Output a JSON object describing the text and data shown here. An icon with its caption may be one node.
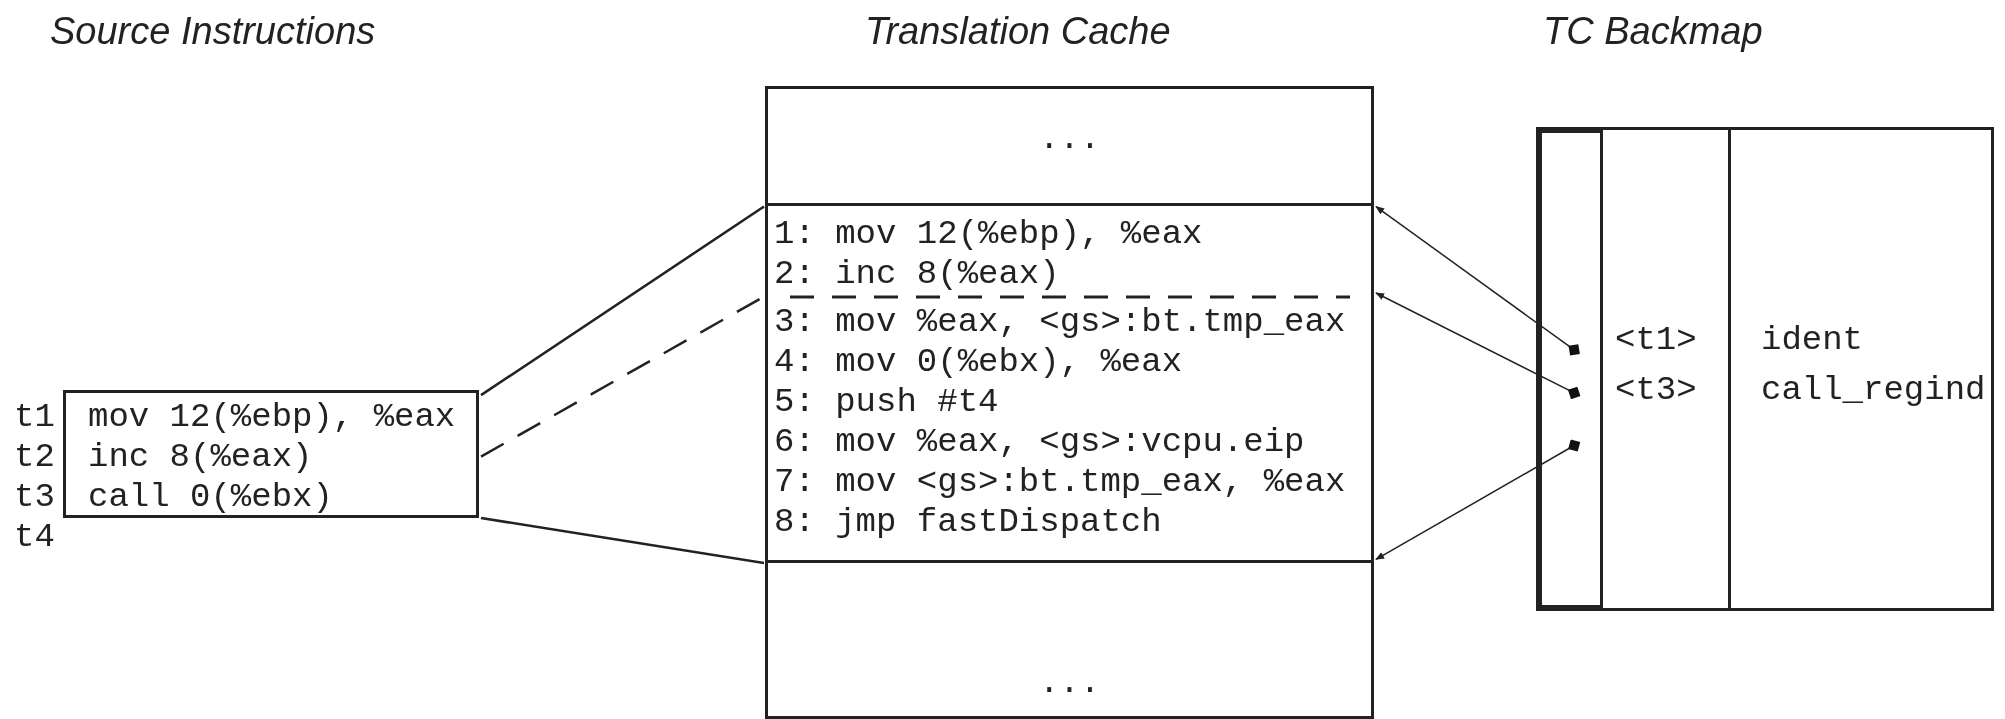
{
  "diagram": {
    "nodes": [
      {
        "text": [
          "mov 12(%ebp), %eax",
          "inc 8(%eax)",
          "call 0(%ebx)"
        ],
        "beside": [
          "t1",
          "t2",
          "t3",
          "t4"
        ]
      },
      {
        "text": [
          "..."
        ]
      },
      {
        "text": [
          "1: mov 12(%ebp), %eax",
          "2: inc 8(%eax)",
          "3: mov %eax, <gs>:bt.tmp_eax",
          "4: mov 0(%ebx), %eax",
          "5: push #t4",
          "6: mov %eax, <gs>:vcpu.eip",
          "7: mov <gs>:bt.tmp_eax, %eax",
          "8: jmp fastDispatch"
        ]
      },
      {
        "text": [
          "..."
        ]
      },
      {
        "text": [],
        "shape": "box"
      },
      {
        "text": [],
        "shape": "box",
        "in": 4
      },
      {
        "text": [
          "<t1>",
          "<t3>"
        ],
        "in": 4
      },
      {
        "text": [
          "ident",
          "call_regind"
        ],
        "in": 4
      }
    ],
    "edges": [
      {
        "from": 0,
        "to": 2,
        "arrow": "none"
      },
      {
        "from": 0,
        "to": 2,
        "arrow": "none",
        "style": "dashed"
      },
      {
        "from": 0,
        "to": 2,
        "arrow": "none"
      },
      {
        "from": 5,
        "to": 2,
        "arrow": "to"
      },
      {
        "from": 5,
        "to": 2,
        "arrow": "to"
      },
      {
        "from": 5,
        "to": 2,
        "arrow": "to"
      }
    ],
    "labels": [
      "Source Instructions",
      "Translation Cache",
      "TC Backmap"
    ]
  }
}
